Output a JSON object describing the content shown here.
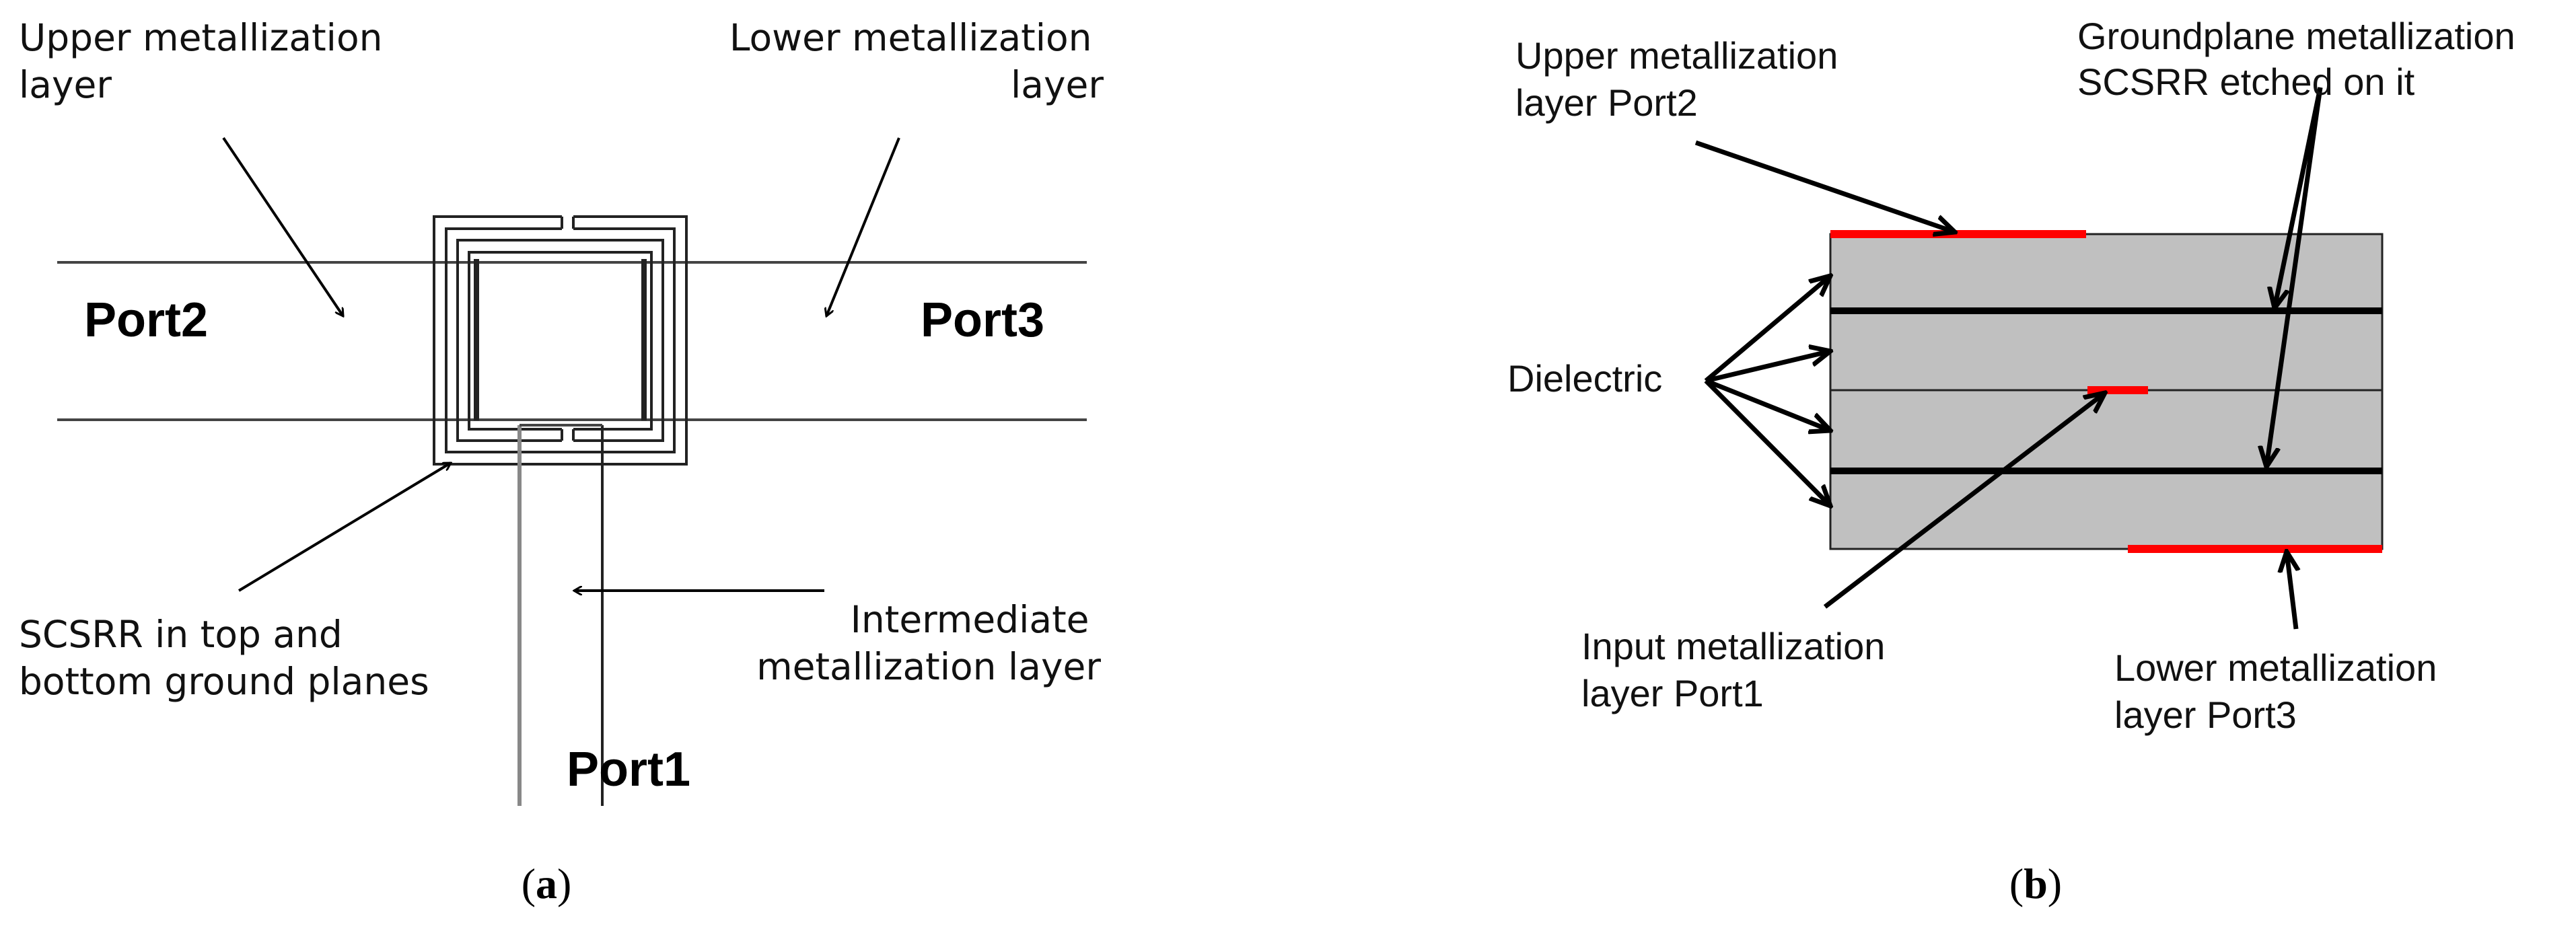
{
  "panel_a": {
    "caption_letter": "a",
    "label_upper": [
      "Upper metallization",
      "layer"
    ],
    "label_lower": [
      "Lower metallization",
      "layer"
    ],
    "port2": "Port2",
    "port3": "Port3",
    "port1": "Port1",
    "label_scsrr": [
      "SCSRR in top and",
      "bottom ground planes"
    ],
    "label_intermediate": [
      "Intermediate",
      "metallization layer"
    ]
  },
  "panel_b": {
    "caption_letter": "b",
    "label_upper_port2": [
      "Upper metallization",
      "layer Port2"
    ],
    "label_groundplane": [
      "Groundplane metallization",
      "SCSRR etched on it"
    ],
    "label_dielectric": "Dielectric",
    "label_input_port1": [
      "Input  metallization",
      "layer Port1"
    ],
    "label_lower_port3": [
      "Lower metallization",
      "layer  Port3"
    ],
    "colors": {
      "dielectric": "#c0c0c0",
      "metal_signal": "#ff0000",
      "groundplane": "#000000"
    }
  }
}
